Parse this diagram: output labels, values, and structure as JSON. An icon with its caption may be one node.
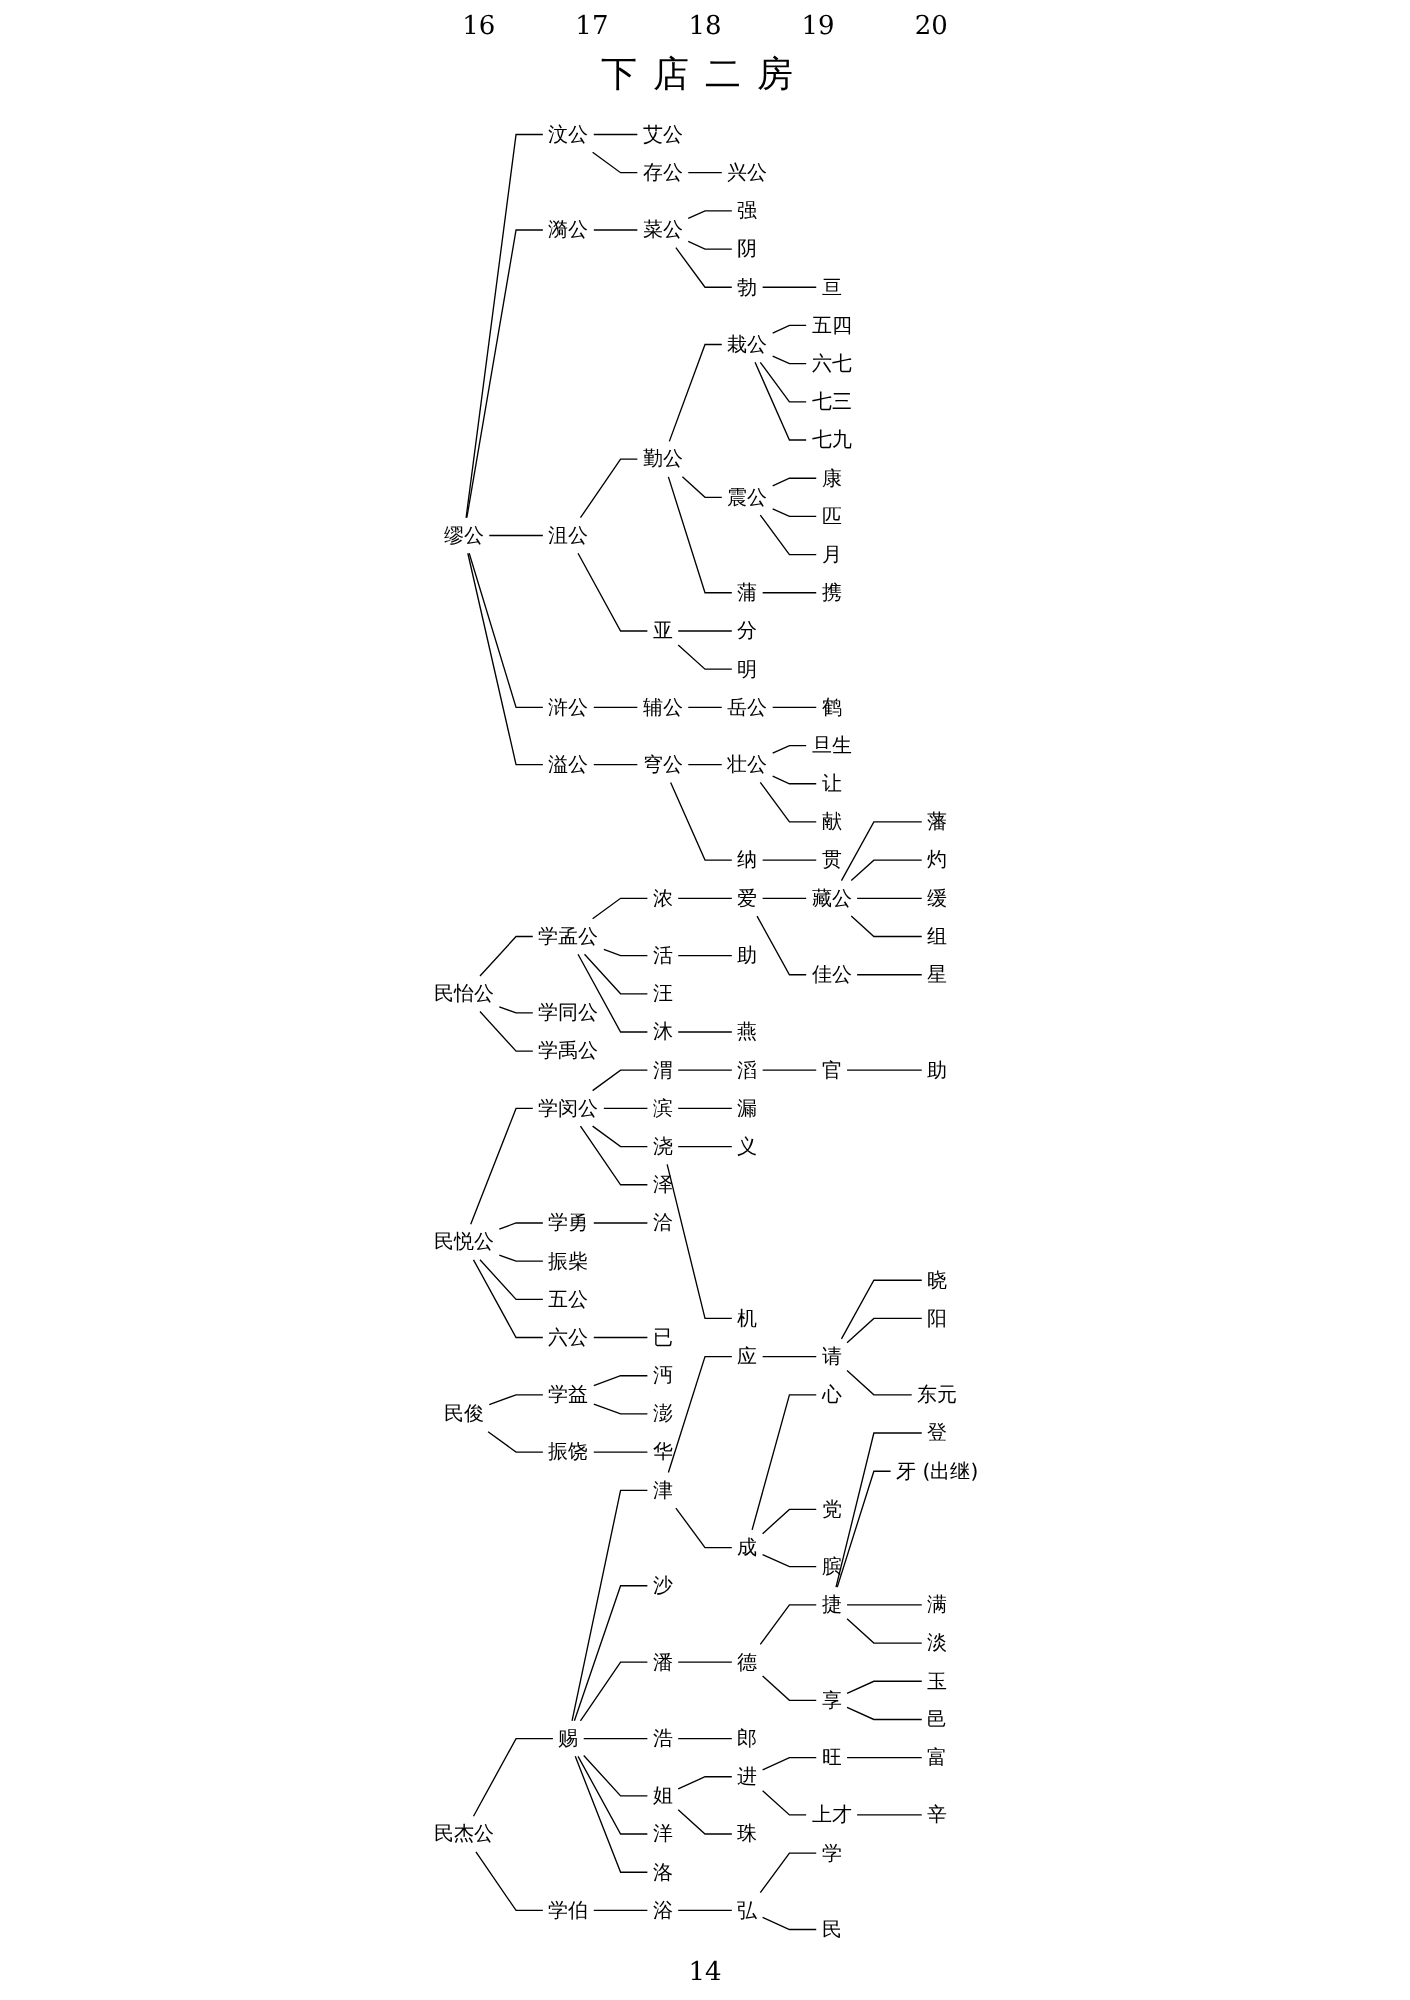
{
  "diagram": {
    "title": "下店二房",
    "nodes": [
      {
        "text": [
          "缪公"
        ]
      },
      {
        "text": [
          "汶公"
        ]
      },
      {
        "text": [
          "艾公"
        ]
      },
      {
        "text": [
          "存公"
        ]
      },
      {
        "text": [
          "兴公"
        ]
      },
      {
        "text": [
          "漪公"
        ]
      },
      {
        "text": [
          "菜公"
        ]
      },
      {
        "text": [
          "强"
        ]
      },
      {
        "text": [
          "阴"
        ]
      },
      {
        "text": [
          "勃"
        ]
      },
      {
        "text": [
          "亘"
        ]
      },
      {
        "text": [
          "沮公"
        ]
      },
      {
        "text": [
          "勤公"
        ]
      },
      {
        "text": [
          "栽公"
        ]
      },
      {
        "text": [
          "五四"
        ]
      },
      {
        "text": [
          "六七"
        ]
      },
      {
        "text": [
          "七三"
        ]
      },
      {
        "text": [
          "七九"
        ]
      },
      {
        "text": [
          "震公"
        ]
      },
      {
        "text": [
          "康"
        ]
      },
      {
        "text": [
          "匹"
        ]
      },
      {
        "text": [
          "月"
        ]
      },
      {
        "text": [
          "蒲"
        ]
      },
      {
        "text": [
          "携"
        ]
      },
      {
        "text": [
          "亚"
        ]
      },
      {
        "text": [
          "分"
        ]
      },
      {
        "text": [
          "明"
        ]
      },
      {
        "text": [
          "浒公"
        ]
      },
      {
        "text": [
          "辅公"
        ]
      },
      {
        "text": [
          "岳公"
        ]
      },
      {
        "text": [
          "鹤"
        ]
      },
      {
        "text": [
          "溢公"
        ]
      },
      {
        "text": [
          "穹公"
        ]
      },
      {
        "text": [
          "壮公"
        ]
      },
      {
        "text": [
          "旦生"
        ]
      },
      {
        "text": [
          "让"
        ]
      },
      {
        "text": [
          "献"
        ]
      },
      {
        "text": [
          "纳"
        ]
      },
      {
        "text": [
          "贯"
        ]
      },
      {
        "text": [
          "民怡公"
        ]
      },
      {
        "text": [
          "学孟公"
        ]
      },
      {
        "text": [
          "学同公"
        ]
      },
      {
        "text": [
          "学禹公"
        ]
      },
      {
        "text": [
          "浓"
        ]
      },
      {
        "text": [
          "爱"
        ]
      },
      {
        "text": [
          "藏公"
        ]
      },
      {
        "text": [
          "藩"
        ]
      },
      {
        "text": [
          "灼"
        ]
      },
      {
        "text": [
          "缓"
        ]
      },
      {
        "text": [
          "组"
        ]
      },
      {
        "text": [
          "佳公"
        ]
      },
      {
        "text": [
          "星"
        ]
      },
      {
        "text": [
          "活"
        ]
      },
      {
        "text": [
          "助"
        ]
      },
      {
        "text": [
          "汪"
        ]
      },
      {
        "text": [
          "沐"
        ]
      },
      {
        "text": [
          "燕"
        ]
      },
      {
        "text": [
          "民悦公"
        ]
      },
      {
        "text": [
          "学闵公"
        ]
      },
      {
        "text": [
          "渭"
        ]
      },
      {
        "text": [
          "滔"
        ]
      },
      {
        "text": [
          "官"
        ]
      },
      {
        "text": [
          "助"
        ]
      },
      {
        "text": [
          "滨"
        ]
      },
      {
        "text": [
          "漏"
        ]
      },
      {
        "text": [
          "浇"
        ]
      },
      {
        "text": [
          "泽"
        ]
      },
      {
        "text": [
          "义"
        ]
      },
      {
        "text": [
          "机"
        ]
      },
      {
        "text": [
          "学勇"
        ]
      },
      {
        "text": [
          "洽"
        ]
      },
      {
        "text": [
          "振柴"
        ]
      },
      {
        "text": [
          "五公"
        ]
      },
      {
        "text": [
          "六公"
        ]
      },
      {
        "text": [
          "已"
        ]
      },
      {
        "text": [
          "民俊"
        ]
      },
      {
        "text": [
          "学益"
        ]
      },
      {
        "text": [
          "沔"
        ]
      },
      {
        "text": [
          "澎"
        ]
      },
      {
        "text": [
          "振饶"
        ]
      },
      {
        "text": [
          "华"
        ]
      },
      {
        "text": [
          "民杰公"
        ]
      },
      {
        "text": [
          "赐"
        ]
      },
      {
        "text": [
          "津"
        ]
      },
      {
        "text": [
          "应"
        ]
      },
      {
        "text": [
          "请"
        ]
      },
      {
        "text": [
          "晓"
        ]
      },
      {
        "text": [
          "阳"
        ]
      },
      {
        "text": [
          "东元"
        ]
      },
      {
        "text": [
          "成"
        ]
      },
      {
        "text": [
          "心"
        ]
      },
      {
        "text": [
          "党"
        ]
      },
      {
        "text": [
          "膑"
        ]
      },
      {
        "text": [
          "沙"
        ]
      },
      {
        "text": [
          "潘"
        ]
      },
      {
        "text": [
          "德"
        ]
      },
      {
        "text": [
          "捷"
        ]
      },
      {
        "text": [
          "登"
        ]
      },
      {
        "text": [
          "牙"
        ],
        "beside": [
          "(出继)"
        ]
      },
      {
        "text": [
          "满"
        ]
      },
      {
        "text": [
          "淡"
        ]
      },
      {
        "text": [
          "享"
        ]
      },
      {
        "text": [
          "玉"
        ]
      },
      {
        "text": [
          "邑"
        ]
      },
      {
        "text": [
          "浩"
        ]
      },
      {
        "text": [
          "郎"
        ]
      },
      {
        "text": [
          "姐"
        ]
      },
      {
        "text": [
          "进"
        ]
      },
      {
        "text": [
          "旺"
        ]
      },
      {
        "text": [
          "富"
        ]
      },
      {
        "text": [
          "上才"
        ]
      },
      {
        "text": [
          "辛"
        ]
      },
      {
        "text": [
          "珠"
        ]
      },
      {
        "text": [
          "洋"
        ]
      },
      {
        "text": [
          "洛"
        ]
      },
      {
        "text": [
          "学伯"
        ]
      },
      {
        "text": [
          "浴"
        ]
      },
      {
        "text": [
          "弘"
        ]
      },
      {
        "text": [
          "学"
        ]
      },
      {
        "text": [
          "民"
        ]
      }
    ],
    "edges": [
      {
        "from": 0,
        "to": 1,
        "arrow": "none"
      },
      {
        "from": 1,
        "to": 2,
        "arrow": "none"
      },
      {
        "from": 1,
        "to": 3,
        "arrow": "none"
      },
      {
        "from": 3,
        "to": 4,
        "arrow": "none"
      },
      {
        "from": 0,
        "to": 5,
        "arrow": "none"
      },
      {
        "from": 5,
        "to": 6,
        "arrow": "none"
      },
      {
        "from": 6,
        "to": 7,
        "arrow": "none"
      },
      {
        "from": 6,
        "to": 8,
        "arrow": "none"
      },
      {
        "from": 6,
        "to": 9,
        "arrow": "none"
      },
      {
        "from": 9,
        "to": 10,
        "arrow": "none"
      },
      {
        "from": 0,
        "to": 11,
        "arrow": "none"
      },
      {
        "from": 11,
        "to": 12,
        "arrow": "none"
      },
      {
        "from": 12,
        "to": 13,
        "arrow": "none"
      },
      {
        "from": 13,
        "to": 14,
        "arrow": "none"
      },
      {
        "from": 13,
        "to": 15,
        "arrow": "none"
      },
      {
        "from": 13,
        "to": 16,
        "arrow": "none"
      },
      {
        "from": 13,
        "to": 17,
        "arrow": "none"
      },
      {
        "from": 12,
        "to": 18,
        "arrow": "none"
      },
      {
        "from": 18,
        "to": 19,
        "arrow": "none"
      },
      {
        "from": 18,
        "to": 20,
        "arrow": "none"
      },
      {
        "from": 18,
        "to": 21,
        "arrow": "none"
      },
      {
        "from": 12,
        "to": 22,
        "arrow": "none"
      },
      {
        "from": 22,
        "to": 23,
        "arrow": "none"
      },
      {
        "from": 11,
        "to": 24,
        "arrow": "none"
      },
      {
        "from": 24,
        "to": 25,
        "arrow": "none"
      },
      {
        "from": 24,
        "to": 26,
        "arrow": "none"
      },
      {
        "from": 0,
        "to": 27,
        "arrow": "none"
      },
      {
        "from": 27,
        "to": 28,
        "arrow": "none"
      },
      {
        "from": 28,
        "to": 29,
        "arrow": "none"
      },
      {
        "from": 29,
        "to": 30,
        "arrow": "none"
      },
      {
        "from": 0,
        "to": 31,
        "arrow": "none"
      },
      {
        "from": 31,
        "to": 32,
        "arrow": "none"
      },
      {
        "from": 32,
        "to": 33,
        "arrow": "none"
      },
      {
        "from": 33,
        "to": 34,
        "arrow": "none"
      },
      {
        "from": 33,
        "to": 35,
        "arrow": "none"
      },
      {
        "from": 33,
        "to": 36,
        "arrow": "none"
      },
      {
        "from": 32,
        "to": 37,
        "arrow": "none"
      },
      {
        "from": 37,
        "to": 38,
        "arrow": "none"
      },
      {
        "from": 39,
        "to": 40,
        "arrow": "none"
      },
      {
        "from": 39,
        "to": 41,
        "arrow": "none"
      },
      {
        "from": 39,
        "to": 42,
        "arrow": "none"
      },
      {
        "from": 40,
        "to": 43,
        "arrow": "none"
      },
      {
        "from": 43,
        "to": 44,
        "arrow": "none"
      },
      {
        "from": 44,
        "to": 45,
        "arrow": "none"
      },
      {
        "from": 45,
        "to": 46,
        "arrow": "none"
      },
      {
        "from": 45,
        "to": 47,
        "arrow": "none"
      },
      {
        "from": 45,
        "to": 48,
        "arrow": "none"
      },
      {
        "from": 45,
        "to": 49,
        "arrow": "none"
      },
      {
        "from": 44,
        "to": 50,
        "arrow": "none"
      },
      {
        "from": 50,
        "to": 51,
        "arrow": "none"
      },
      {
        "from": 40,
        "to": 52,
        "arrow": "none"
      },
      {
        "from": 52,
        "to": 53,
        "arrow": "none"
      },
      {
        "from": 40,
        "to": 54,
        "arrow": "none"
      },
      {
        "from": 40,
        "to": 55,
        "arrow": "none"
      },
      {
        "from": 55,
        "to": 56,
        "arrow": "none"
      },
      {
        "from": 57,
        "to": 58,
        "arrow": "none"
      },
      {
        "from": 58,
        "to": 59,
        "arrow": "none"
      },
      {
        "from": 59,
        "to": 60,
        "arrow": "none"
      },
      {
        "from": 60,
        "to": 61,
        "arrow": "none"
      },
      {
        "from": 61,
        "to": 62,
        "arrow": "none"
      },
      {
        "from": 58,
        "to": 63,
        "arrow": "none"
      },
      {
        "from": 63,
        "to": 64,
        "arrow": "none"
      },
      {
        "from": 58,
        "to": 65,
        "arrow": "none"
      },
      {
        "from": 58,
        "to": 66,
        "arrow": "none"
      },
      {
        "from": 65,
        "to": 67,
        "arrow": "none"
      },
      {
        "from": 65,
        "to": 68,
        "arrow": "none"
      },
      {
        "from": 57,
        "to": 69,
        "arrow": "none"
      },
      {
        "from": 69,
        "to": 70,
        "arrow": "none"
      },
      {
        "from": 57,
        "to": 71,
        "arrow": "none"
      },
      {
        "from": 57,
        "to": 72,
        "arrow": "none"
      },
      {
        "from": 57,
        "to": 73,
        "arrow": "none"
      },
      {
        "from": 73,
        "to": 74,
        "arrow": "none"
      },
      {
        "from": 75,
        "to": 76,
        "arrow": "none"
      },
      {
        "from": 76,
        "to": 77,
        "arrow": "none"
      },
      {
        "from": 76,
        "to": 78,
        "arrow": "none"
      },
      {
        "from": 75,
        "to": 79,
        "arrow": "none"
      },
      {
        "from": 79,
        "to": 80,
        "arrow": "none"
      },
      {
        "from": 81,
        "to": 82,
        "arrow": "none"
      },
      {
        "from": 82,
        "to": 83,
        "arrow": "none"
      },
      {
        "from": 83,
        "to": 84,
        "arrow": "none"
      },
      {
        "from": 84,
        "to": 85,
        "arrow": "none"
      },
      {
        "from": 85,
        "to": 86,
        "arrow": "none"
      },
      {
        "from": 85,
        "to": 87,
        "arrow": "none"
      },
      {
        "from": 85,
        "to": 88,
        "arrow": "none"
      },
      {
        "from": 83,
        "to": 89,
        "arrow": "none"
      },
      {
        "from": 89,
        "to": 90,
        "arrow": "none"
      },
      {
        "from": 89,
        "to": 91,
        "arrow": "none"
      },
      {
        "from": 89,
        "to": 92,
        "arrow": "none"
      },
      {
        "from": 82,
        "to": 93,
        "arrow": "none"
      },
      {
        "from": 82,
        "to": 94,
        "arrow": "none"
      },
      {
        "from": 94,
        "to": 95,
        "arrow": "none"
      },
      {
        "from": 95,
        "to": 96,
        "arrow": "none"
      },
      {
        "from": 96,
        "to": 97,
        "arrow": "none"
      },
      {
        "from": 96,
        "to": 98,
        "arrow": "none"
      },
      {
        "from": 96,
        "to": 99,
        "arrow": "none"
      },
      {
        "from": 96,
        "to": 100,
        "arrow": "none"
      },
      {
        "from": 95,
        "to": 101,
        "arrow": "none"
      },
      {
        "from": 101,
        "to": 102,
        "arrow": "none"
      },
      {
        "from": 101,
        "to": 103,
        "arrow": "none"
      },
      {
        "from": 82,
        "to": 104,
        "arrow": "none"
      },
      {
        "from": 104,
        "to": 105,
        "arrow": "none"
      },
      {
        "from": 82,
        "to": 106,
        "arrow": "none"
      },
      {
        "from": 106,
        "to": 107,
        "arrow": "none"
      },
      {
        "from": 107,
        "to": 108,
        "arrow": "none"
      },
      {
        "from": 108,
        "to": 109,
        "arrow": "none"
      },
      {
        "from": 107,
        "to": 110,
        "arrow": "none"
      },
      {
        "from": 110,
        "to": 111,
        "arrow": "none"
      },
      {
        "from": 106,
        "to": 112,
        "arrow": "none"
      },
      {
        "from": 82,
        "to": 113,
        "arrow": "none"
      },
      {
        "from": 82,
        "to": 114,
        "arrow": "none"
      },
      {
        "from": 81,
        "to": 115,
        "arrow": "none"
      },
      {
        "from": 115,
        "to": 116,
        "arrow": "none"
      },
      {
        "from": 116,
        "to": 117,
        "arrow": "none"
      },
      {
        "from": 117,
        "to": 118,
        "arrow": "none"
      },
      {
        "from": 117,
        "to": 119,
        "arrow": "none"
      }
    ],
    "labels": [
      "16",
      "17",
      "18",
      "19",
      "20",
      "14"
    ]
  }
}
